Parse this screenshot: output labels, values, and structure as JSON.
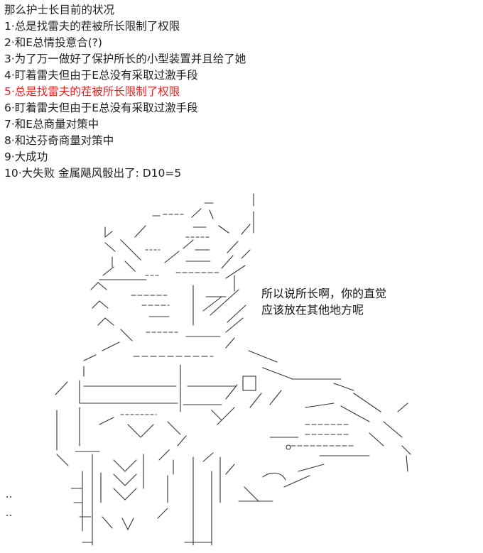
{
  "list": {
    "lines": [
      "那么护士长目前的状况",
      "1·总是找雷夫的茬被所长限制了权限",
      "2·和E总情投意合(?)",
      "3·为了万一做好了保护所长的小型装置并且给了她",
      "4·盯着雷夫但由于E总没有采取过激手段",
      "5·总是找雷夫的茬被所长限制了权限",
      "6·盯着雷夫但由于E总没有采取过激手段",
      "7·和E总商量对策中",
      "8·和达芬奇商量对策中",
      "9·大成功",
      "10·大失败 金属飓风骰出了: D10=5"
    ],
    "highlight_color": "#e8231f"
  },
  "speech": {
    "lines": [
      "所以说所长啊，你的直觉",
      "应该放在其他地方呢"
    ]
  },
  "art": {
    "ellipsis": ".."
  }
}
